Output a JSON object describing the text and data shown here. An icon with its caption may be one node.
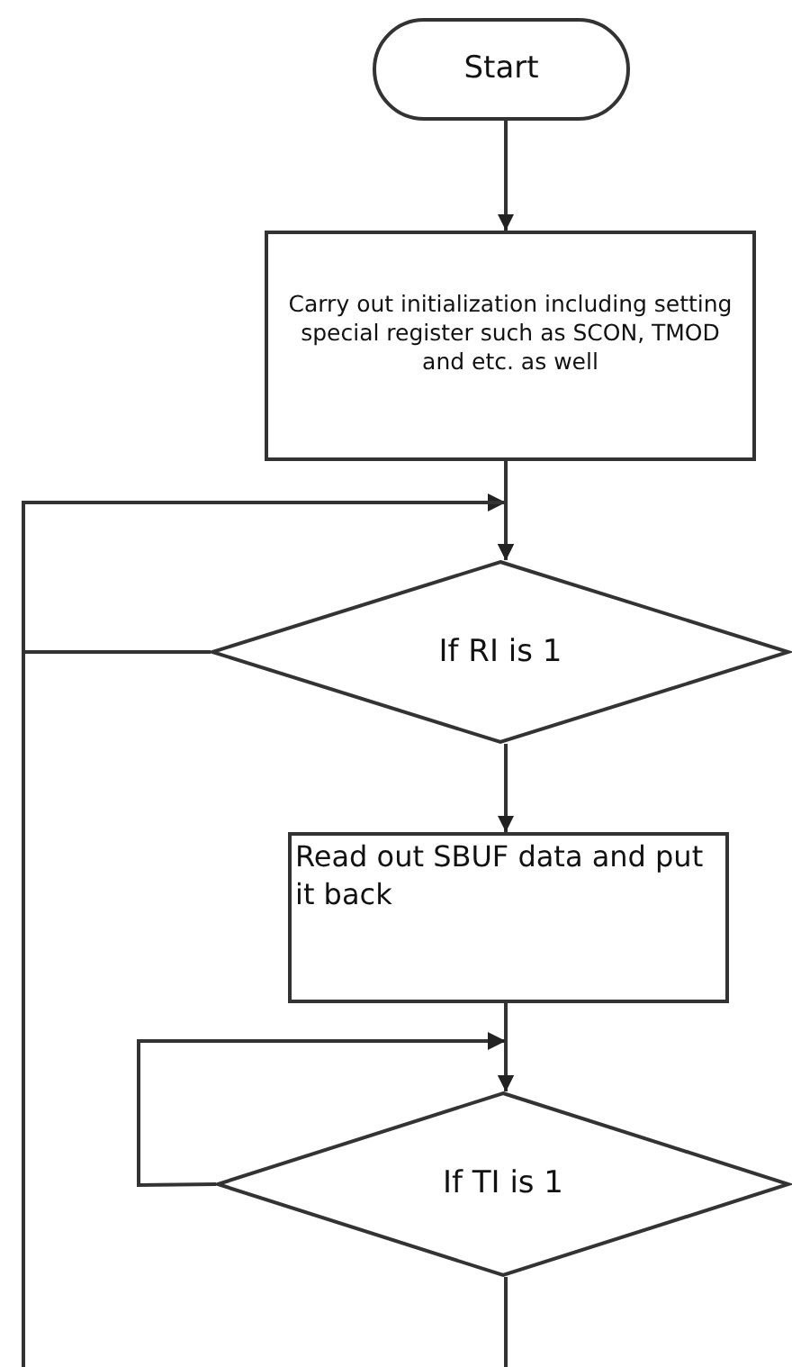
{
  "diagram": {
    "nodes": [
      {
        "text": [
          "Start"
        ]
      },
      {
        "text": [
          "Carry out initialization including setting special register such as SCON, TMOD and etc. as well"
        ]
      },
      {
        "text": [
          "If RI is 1"
        ]
      },
      {
        "text": [
          "Read out SBUF data and put it back"
        ]
      },
      {
        "text": [
          "If TI is 1"
        ]
      }
    ],
    "edges": [
      {
        "from": 0,
        "to": 1,
        "arrow": "to"
      },
      {
        "from": 1,
        "to": 2,
        "arrow": "to"
      },
      {
        "from": 2,
        "to": 2,
        "arrow": "to"
      },
      {
        "from": 2,
        "to": 3,
        "arrow": "to"
      },
      {
        "from": 3,
        "to": 4,
        "arrow": "to"
      },
      {
        "from": 4,
        "to": 4,
        "arrow": "to"
      },
      {
        "from": 4,
        "to": null,
        "arrow": "none"
      },
      {
        "from": null,
        "to": 2,
        "arrow": "to"
      }
    ]
  }
}
